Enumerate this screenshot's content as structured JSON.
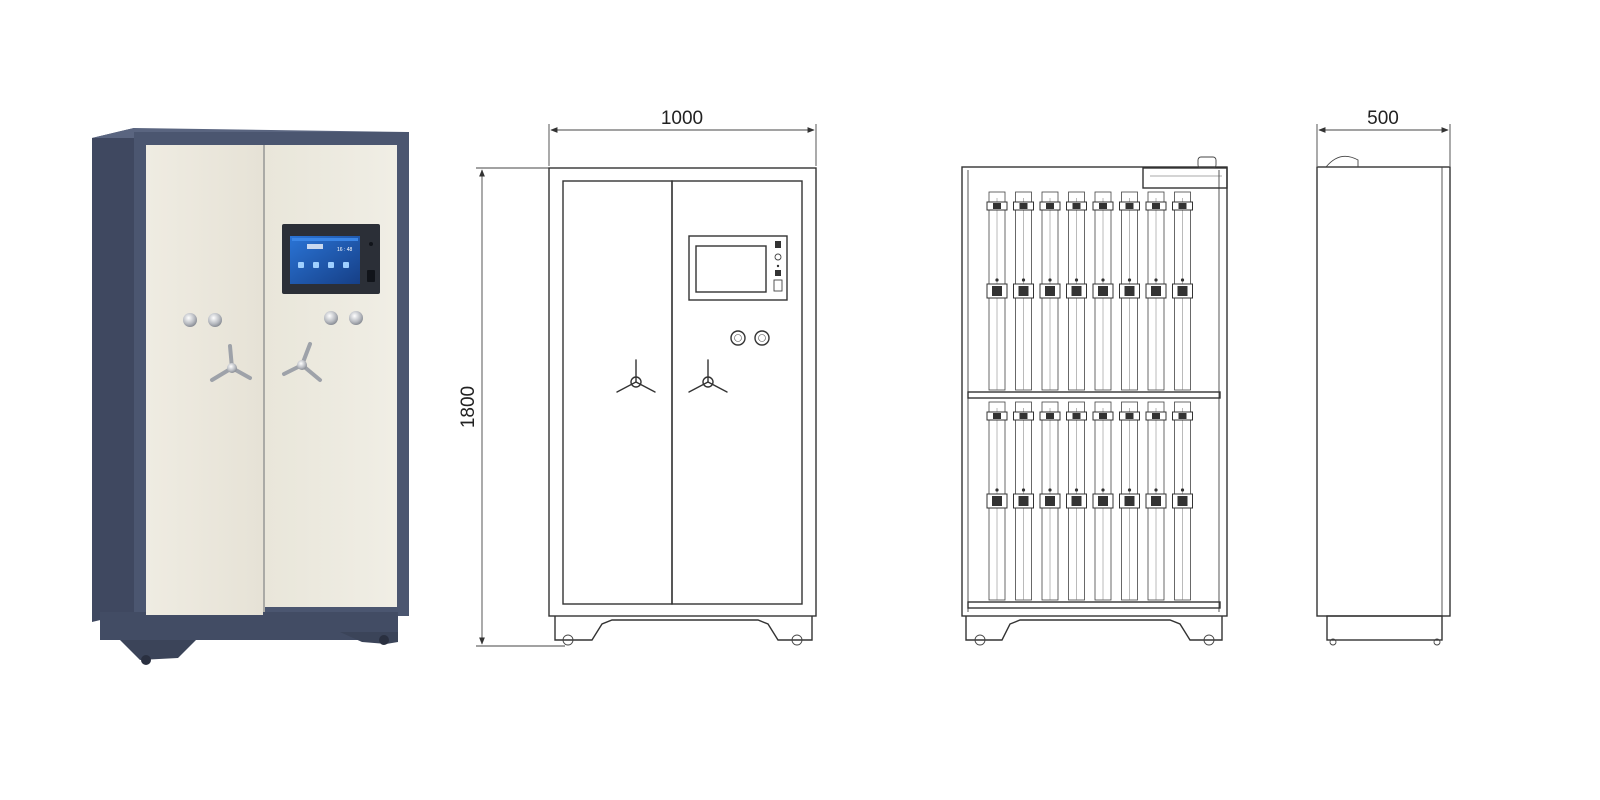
{
  "dimensions": {
    "front_width": "1000",
    "height": "1800",
    "side_depth": "500"
  },
  "colors": {
    "cabinet_frame": "#4b5670",
    "cabinet_door": "#ece9dd",
    "screen_bezel": "#2b2f37",
    "screen_display": "#1f5fb8",
    "drawing_line": "#333333"
  },
  "screen": {
    "clock": "16 : 48"
  },
  "rack": {
    "columns": 8,
    "rows": 2
  }
}
